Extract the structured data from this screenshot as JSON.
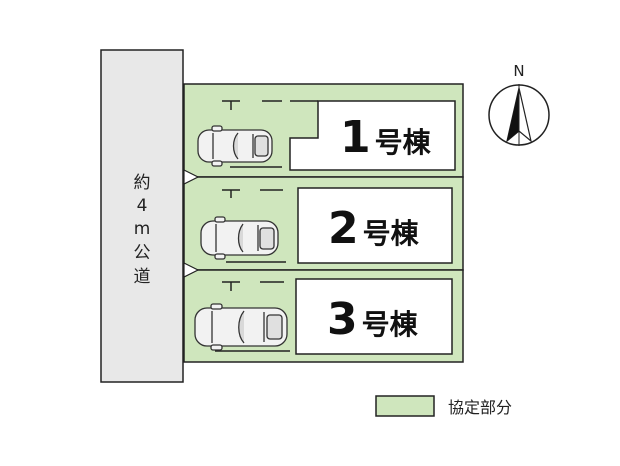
{
  "road": {
    "label": [
      "約",
      "4",
      "m",
      "公",
      "道"
    ]
  },
  "buildings": [
    {
      "number": "1",
      "suffix": "号棟"
    },
    {
      "number": "2",
      "suffix": "号棟"
    },
    {
      "number": "3",
      "suffix": "号棟"
    }
  ],
  "compass": {
    "label": "N"
  },
  "legend": {
    "label": "協定部分"
  },
  "colors": {
    "green_area": "#cfe6bd",
    "road": "#e8e8e8",
    "outline": "#222222"
  }
}
